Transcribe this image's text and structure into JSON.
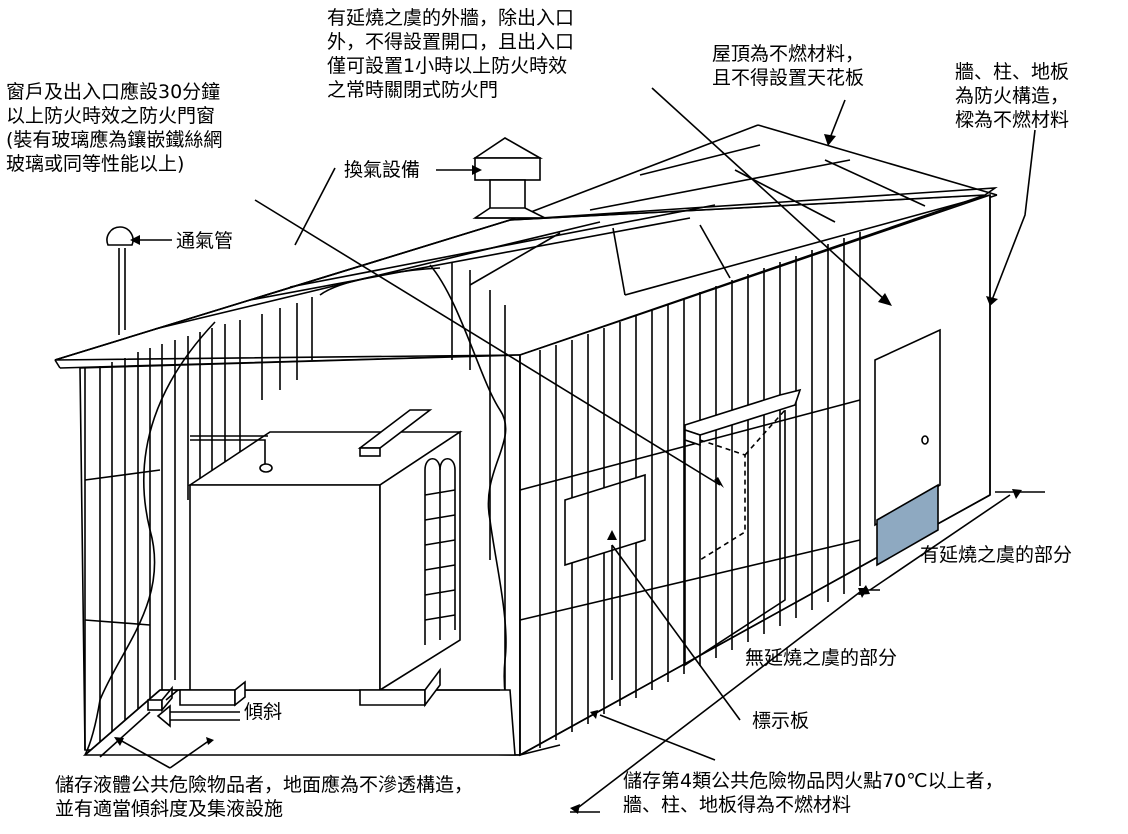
{
  "labels": {
    "exterior_wall": [
      "有延燒之虞的外牆，除出入口",
      "外，不得設置開口，且出入口",
      "僅可設置1小時以上防火時效",
      "之常時關閉式防火門"
    ],
    "roof": [
      "屋頂為不燃材料，",
      "且不得設置天花板"
    ],
    "walls_columns": [
      "牆、柱、地板",
      "為防火構造，",
      "樑為不燃材料"
    ],
    "windows_doors": [
      "窗戶及出入口應設30分鐘",
      "以上防火時效之防火門窗",
      "(裝有玻璃應為鑲嵌鐵絲網",
      "玻璃或同等性能以上)"
    ],
    "ventilation": "換氣設備",
    "vent_pipe": "通氣管",
    "fire_spread_part": "有延燒之虞的部分",
    "no_fire_spread_part": "無延燒之虞的部分",
    "sign_board": "標示板",
    "slope": "傾斜",
    "liquid_storage": [
      "儲存液體公共危險物品者，地面應為不滲透構造，",
      "並有適當傾斜度及集液設施"
    ],
    "class4_storage": [
      "儲存第4類公共危險物品閃火點70℃以上者，",
      "牆、柱、地板得為不燃材料"
    ]
  },
  "colors": {
    "fire_spread_panel": "#8EA9C1",
    "line": "#000000"
  }
}
